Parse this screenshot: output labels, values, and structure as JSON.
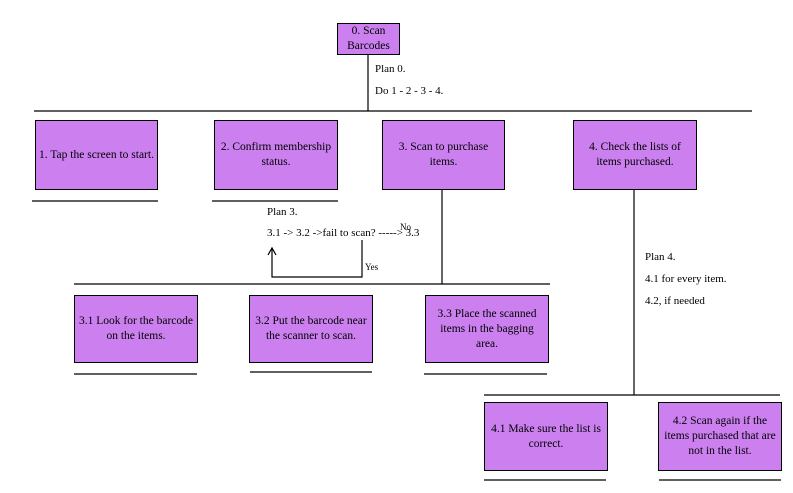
{
  "colors": {
    "box_fill": "#cc80f0",
    "line": "#000000",
    "background": "#ffffff"
  },
  "root": {
    "label": "0. Scan Barcodes"
  },
  "plans": {
    "plan0_title": "Plan 0.",
    "plan0_body": "Do 1 - 2 - 3 - 4.",
    "plan3_title": "Plan 3.",
    "plan3_body": "3.1 -> 3.2  ->fail to scan? -----> 3.3",
    "plan3_no": "No",
    "plan3_yes": "Yes",
    "plan4_title": "Plan 4.",
    "plan4_line1": "4.1 for every item.",
    "plan4_line2": "4.2, if needed"
  },
  "tasks": {
    "t1": "1. Tap the screen to start.",
    "t2": "2. Confirm membership status.",
    "t3": "3. Scan to purchase items.",
    "t4": "4. Check the lists of items purchased."
  },
  "subtasks3": {
    "s31": "3.1 Look for the barcode on the items.",
    "s32": "3.2 Put the barcode near the scanner to scan.",
    "s33": "3.3 Place the scanned items in the bagging area."
  },
  "subtasks4": {
    "s41": "4.1 Make sure the list is correct.",
    "s42": "4.2 Scan again if the items purchased that are not in the list."
  }
}
